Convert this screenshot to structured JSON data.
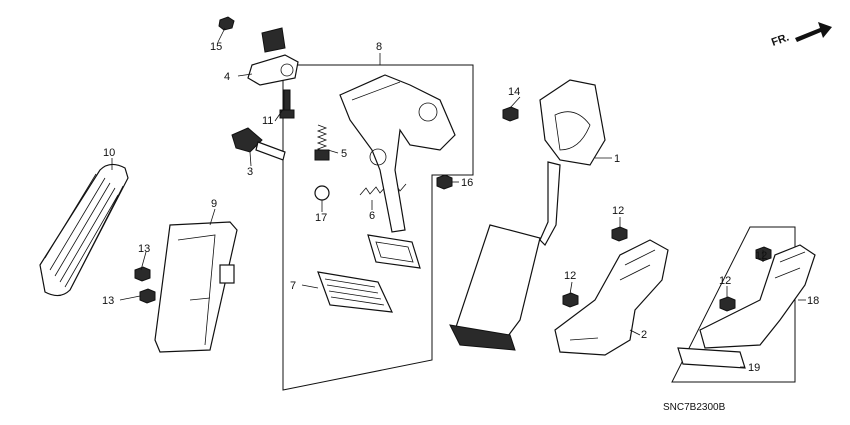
{
  "diagram": {
    "code": "SNC7B2300B",
    "direction_label": "FR.",
    "callouts": [
      "1",
      "2",
      "3",
      "4",
      "5",
      "6",
      "7",
      "8",
      "9",
      "10",
      "11",
      "12",
      "13",
      "14",
      "15",
      "16",
      "17",
      "18",
      "19"
    ]
  }
}
